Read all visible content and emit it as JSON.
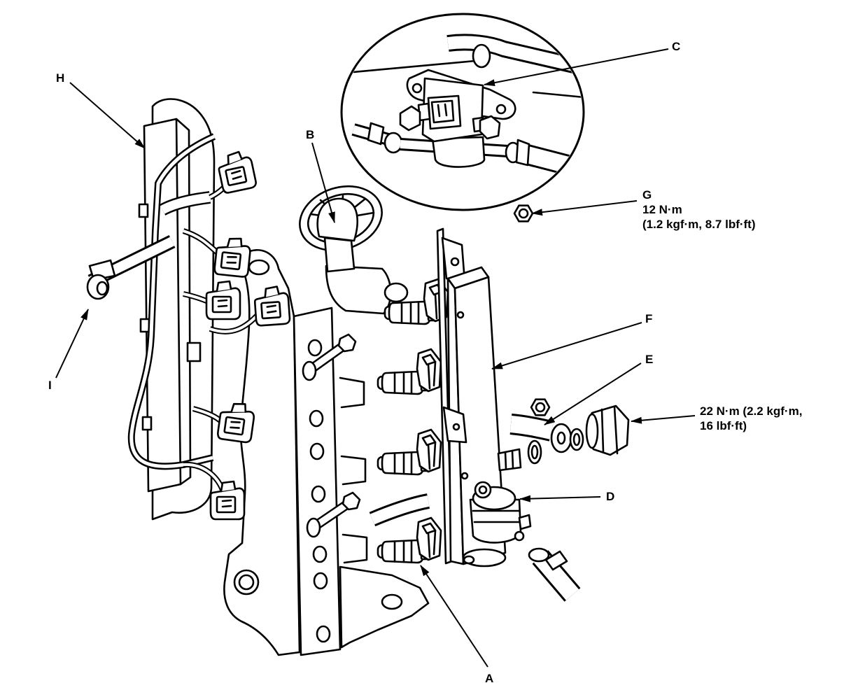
{
  "colors": {
    "line": "#000000",
    "background": "#ffffff"
  },
  "labels": {
    "a": "A",
    "b": "B",
    "c": "C",
    "d": "D",
    "e": "E",
    "f": "F",
    "g": "G",
    "h": "H",
    "i": "I"
  },
  "torque_specs": {
    "g": {
      "line1": "12 N·m",
      "line2": "(1.2 kgf·m, 8.7 lbf·ft)"
    },
    "banjo_bolt": {
      "line1": "22 N·m (2.2 kgf·m,",
      "line2": "16 lbf·ft)"
    }
  }
}
